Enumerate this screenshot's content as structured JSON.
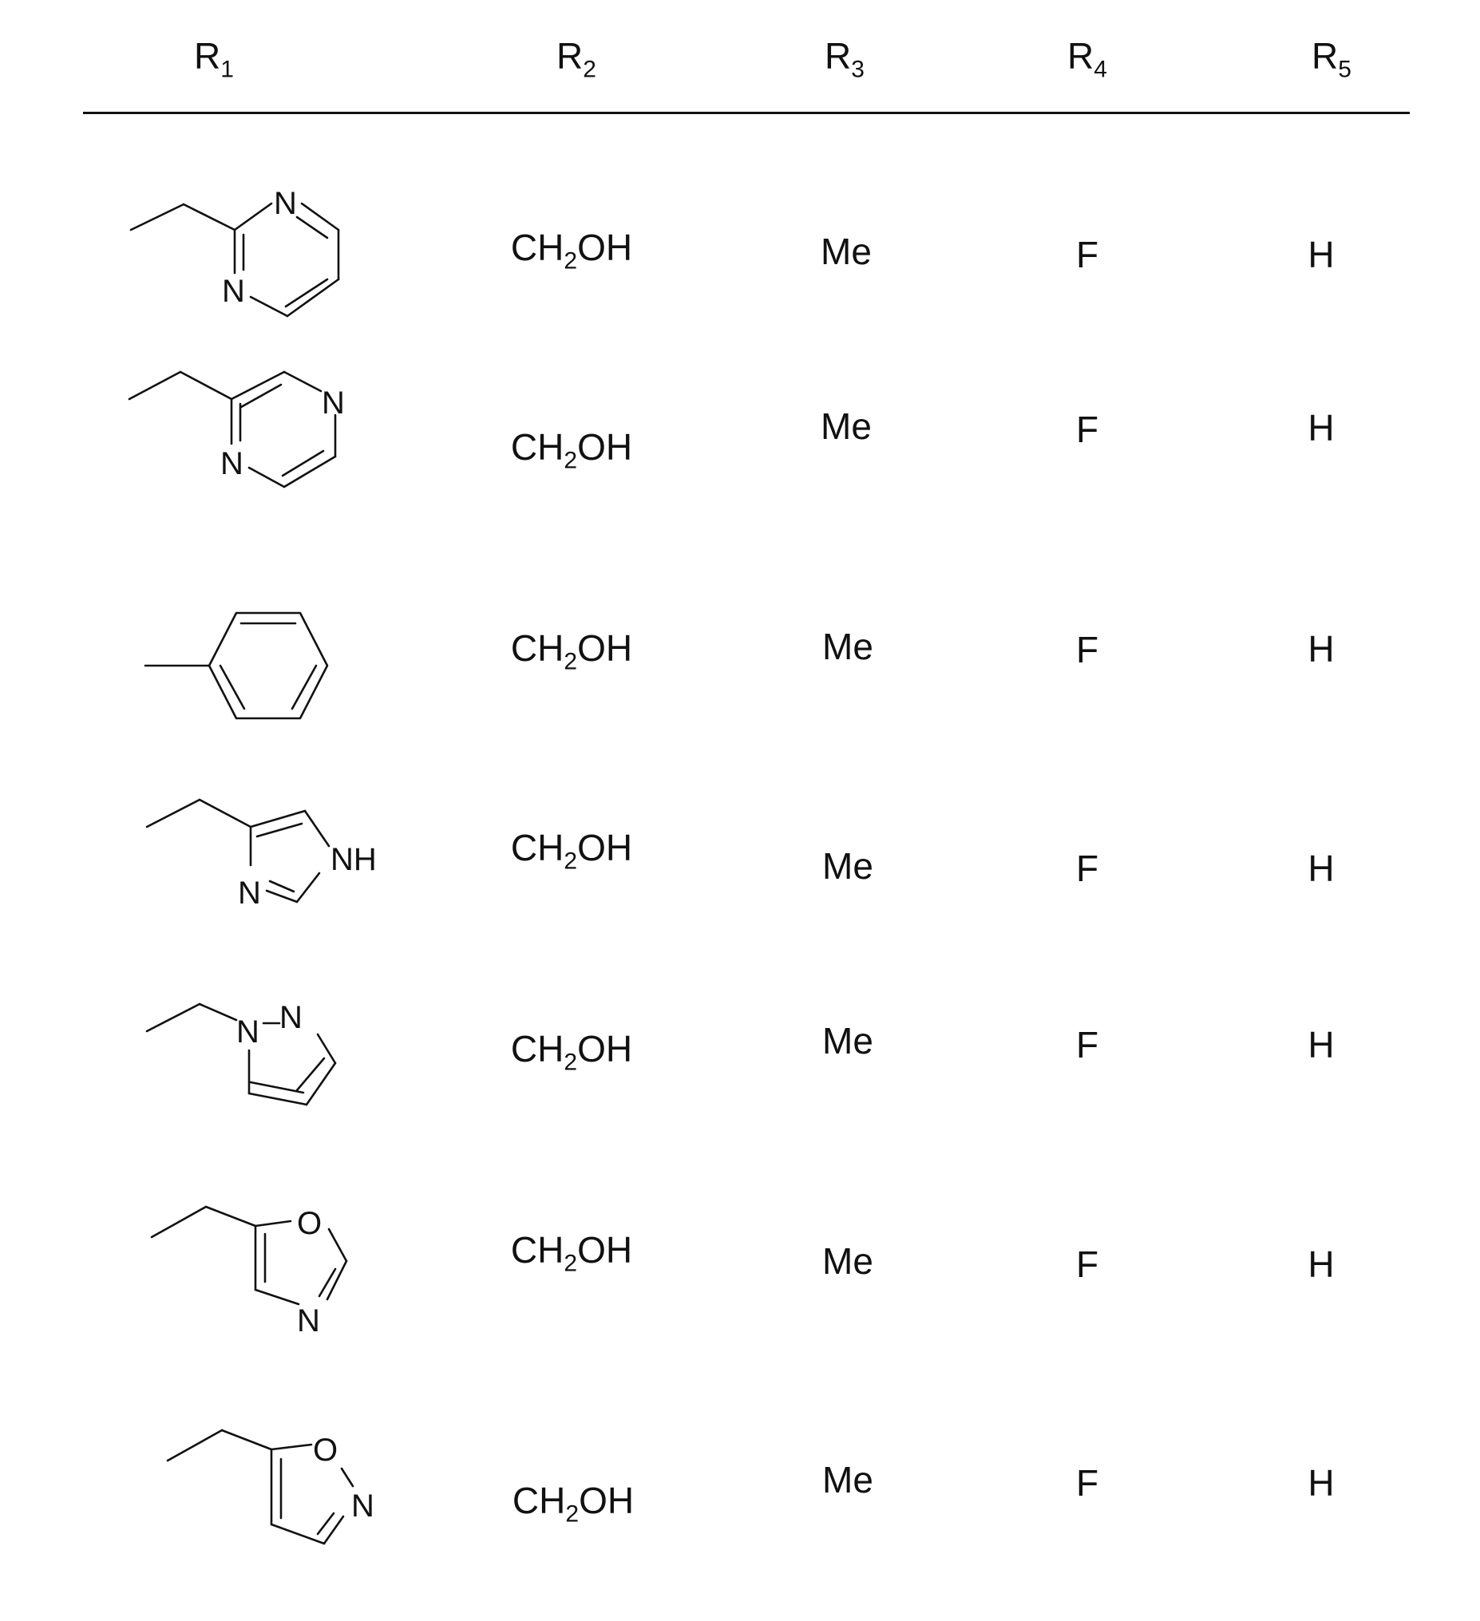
{
  "headers": [
    {
      "base": "R",
      "sub": "1"
    },
    {
      "base": "R",
      "sub": "2"
    },
    {
      "base": "R",
      "sub": "3"
    },
    {
      "base": "R",
      "sub": "4"
    },
    {
      "base": "R",
      "sub": "5"
    }
  ],
  "rows": [
    {
      "r1": "2-pyrimidinylmethyl",
      "r1_atoms": [
        "N",
        "N"
      ],
      "r2": {
        "pre": "CH",
        "sub": "2",
        "post": "OH"
      },
      "r3": "Me",
      "r4": "F",
      "r5": "H"
    },
    {
      "r1": "2-pyrazinylmethyl",
      "r1_atoms": [
        "N",
        "N"
      ],
      "r2": {
        "pre": "CH",
        "sub": "2",
        "post": "OH"
      },
      "r3": "Me",
      "r4": "F",
      "r5": "H"
    },
    {
      "r1": "phenyl",
      "r1_atoms": [],
      "r2": {
        "pre": "CH",
        "sub": "2",
        "post": "OH"
      },
      "r3": "Me",
      "r4": "F",
      "r5": "H"
    },
    {
      "r1": "imidazol-4-ylmethyl",
      "r1_atoms": [
        "NH",
        "N"
      ],
      "r2": {
        "pre": "CH",
        "sub": "2",
        "post": "OH"
      },
      "r3": "Me",
      "r4": "F",
      "r5": "H"
    },
    {
      "r1": "pyrazol-1-ylmethyl",
      "r1_atoms": [
        "N",
        "N"
      ],
      "r2": {
        "pre": "CH",
        "sub": "2",
        "post": "OH"
      },
      "r3": "Me",
      "r4": "F",
      "r5": "H"
    },
    {
      "r1": "oxazol-5-ylmethyl",
      "r1_atoms": [
        "O",
        "N"
      ],
      "r2": {
        "pre": "CH",
        "sub": "2",
        "post": "OH"
      },
      "r3": "Me",
      "r4": "F",
      "r5": "H"
    },
    {
      "r1": "isoxazol-5-ylmethyl",
      "r1_atoms": [
        "O",
        "N"
      ],
      "r2": {
        "pre": "CH",
        "sub": "2",
        "post": "OH"
      },
      "r3": "Me",
      "r4": "F",
      "r5": "H"
    }
  ]
}
